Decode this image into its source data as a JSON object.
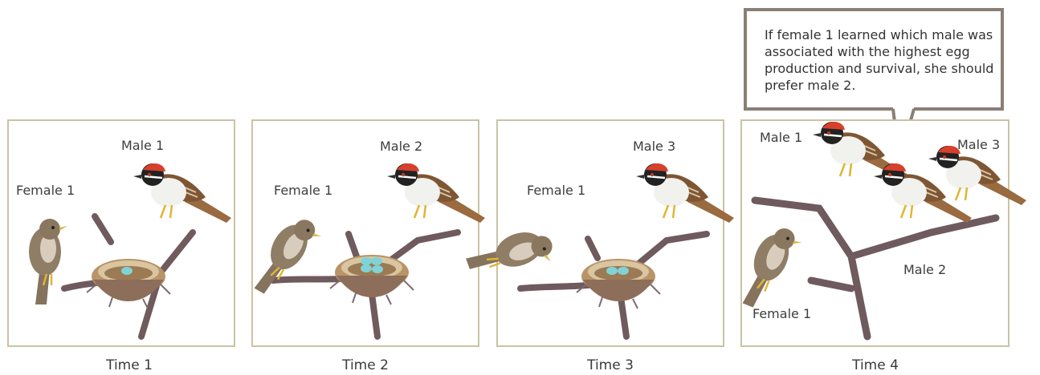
{
  "callout": {
    "text": "If female 1 learned which male was associated with the highest egg production and survival, she should prefer male 2."
  },
  "panels": [
    {
      "time": "Time 1",
      "female": "Female 1",
      "male": "Male 1",
      "egg_count": 1
    },
    {
      "time": "Time 2",
      "female": "Female 1",
      "male": "Male 2",
      "egg_count": 4
    },
    {
      "time": "Time 3",
      "female": "Female 1",
      "male": "Male 3",
      "egg_count": 2
    },
    {
      "time": "Time 4",
      "female": "Female 1",
      "males": [
        "Male 1",
        "Male 2",
        "Male 3"
      ]
    }
  ],
  "colors": {
    "frame": "#c9c3a3",
    "callout_border": "#8a7f76",
    "egg": "#7fd3d6",
    "male_crest": "#d7402b",
    "female_body": "#8f7d66",
    "branch": "#6f5a5e"
  }
}
